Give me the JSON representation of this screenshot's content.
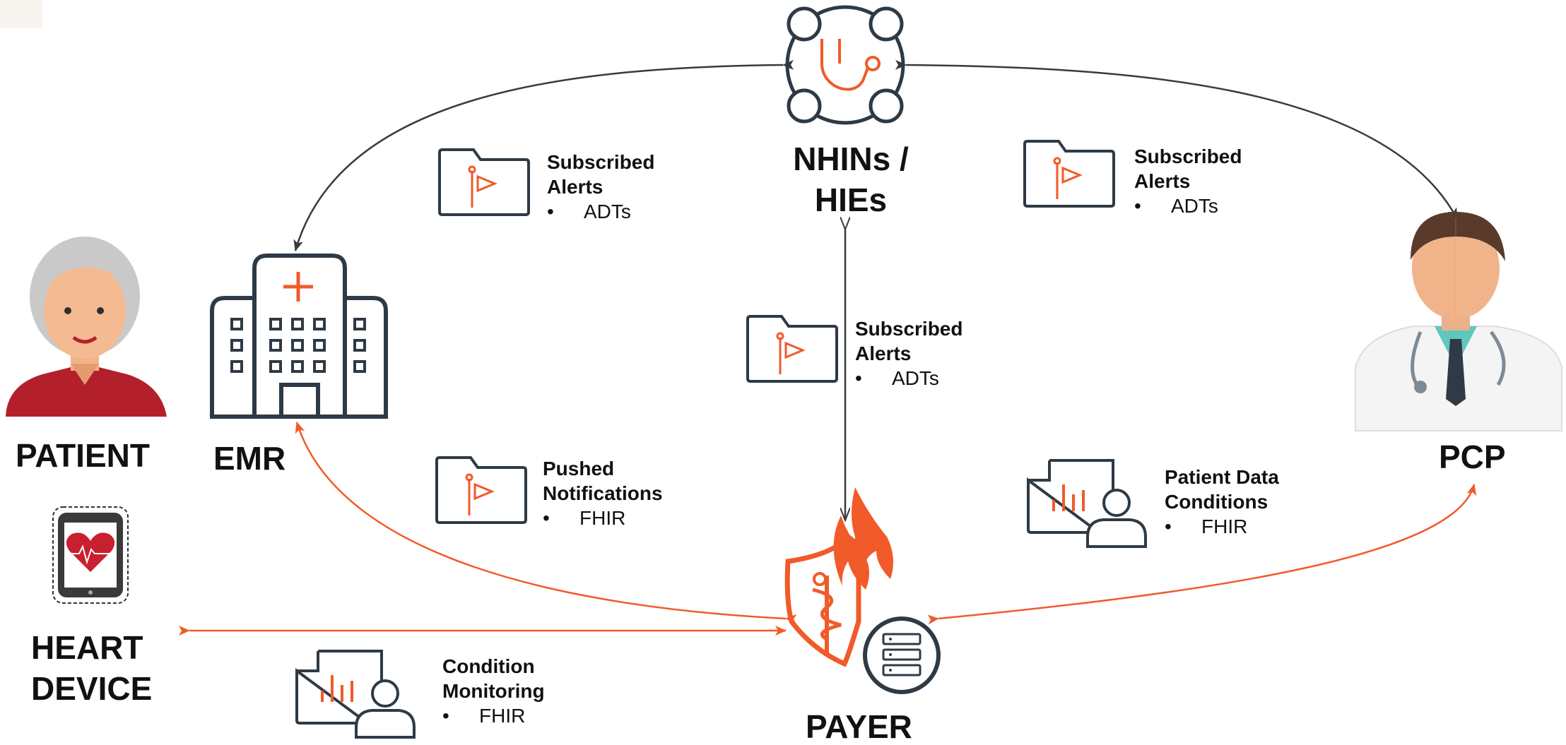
{
  "nodes": {
    "nhin": {
      "line1": "NHINs /",
      "line2": "HIEs"
    },
    "patient": {
      "label": "PATIENT"
    },
    "emr": {
      "label": "EMR"
    },
    "pcp": {
      "label": "PCP"
    },
    "heart": {
      "line1": "HEART",
      "line2": "DEVICE"
    },
    "payer": {
      "label": "PAYER"
    }
  },
  "flows": {
    "alerts_left": {
      "title1": "Subscribed",
      "title2": "Alerts",
      "bullet": "•",
      "item": "ADTs"
    },
    "alerts_right": {
      "title1": "Subscribed",
      "title2": "Alerts",
      "bullet": "•",
      "item": "ADTs"
    },
    "alerts_center": {
      "title1": "Subscribed",
      "title2": "Alerts",
      "bullet": "•",
      "item": "ADTs"
    },
    "pushed": {
      "title1": "Pushed",
      "title2": "Notifications",
      "bullet": "•",
      "item": "FHIR"
    },
    "patient_data": {
      "title1": "Patient Data",
      "title2": "Conditions",
      "bullet": "•",
      "item": "FHIR"
    },
    "condition": {
      "title1": "Condition",
      "title2": "Monitoring",
      "bullet": "•",
      "item": "FHIR"
    }
  },
  "icons": {
    "nhin": "stethoscope-network-icon",
    "emr": "hospital-icon",
    "patient": "patient-avatar-icon",
    "pcp": "doctor-avatar-icon",
    "heart": "heart-monitor-tablet-icon",
    "payer": "payer-shield-server-icon",
    "alert_folder": "flag-folder-icon",
    "report": "chart-report-user-icon"
  },
  "colors": {
    "accent": "#f15a29",
    "dark": "#2e3a45",
    "arrow_gray": "#3a3a3a",
    "heart_red": "#c8202f"
  }
}
